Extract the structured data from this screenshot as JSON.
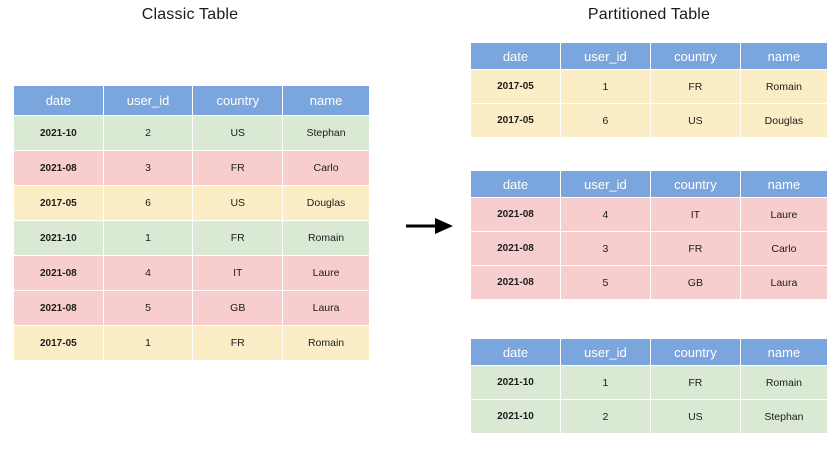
{
  "colors": {
    "header_blue": "#7ba6dd",
    "row_green": "#d9e9d4",
    "row_pink": "#f8cdcd",
    "row_yellow": "#fbeec6",
    "background": "#ffffff",
    "text": "#1c1c1c"
  },
  "titles": {
    "classic": "Classic Table",
    "partitioned": "Partitioned Table"
  },
  "arrow": {
    "icon": "arrow-right-icon",
    "direction": "right"
  },
  "columns": [
    "date",
    "user_id",
    "country",
    "name"
  ],
  "classic_table": {
    "title": "Classic Table",
    "headers": [
      "date",
      "user_id",
      "country",
      "name"
    ],
    "rows": [
      {
        "color": "green",
        "date": "2021-10",
        "user_id": "2",
        "country": "US",
        "name": "Stephan"
      },
      {
        "color": "pink",
        "date": "2021-08",
        "user_id": "3",
        "country": "FR",
        "name": "Carlo"
      },
      {
        "color": "yellow",
        "date": "2017-05",
        "user_id": "6",
        "country": "US",
        "name": "Douglas"
      },
      {
        "color": "green",
        "date": "2021-10",
        "user_id": "1",
        "country": "FR",
        "name": "Romain"
      },
      {
        "color": "pink",
        "date": "2021-08",
        "user_id": "4",
        "country": "IT",
        "name": "Laure"
      },
      {
        "color": "pink",
        "date": "2021-08",
        "user_id": "5",
        "country": "GB",
        "name": "Laura"
      },
      {
        "color": "yellow",
        "date": "2017-05",
        "user_id": "1",
        "country": "FR",
        "name": "Romain"
      }
    ]
  },
  "partitioned_tables": [
    {
      "partition_key": "2017-05",
      "color": "yellow",
      "headers": [
        "date",
        "user_id",
        "country",
        "name"
      ],
      "rows": [
        {
          "date": "2017-05",
          "user_id": "1",
          "country": "FR",
          "name": "Romain"
        },
        {
          "date": "2017-05",
          "user_id": "6",
          "country": "US",
          "name": "Douglas"
        }
      ]
    },
    {
      "partition_key": "2021-08",
      "color": "pink",
      "headers": [
        "date",
        "user_id",
        "country",
        "name"
      ],
      "rows": [
        {
          "date": "2021-08",
          "user_id": "4",
          "country": "IT",
          "name": "Laure"
        },
        {
          "date": "2021-08",
          "user_id": "3",
          "country": "FR",
          "name": "Carlo"
        },
        {
          "date": "2021-08",
          "user_id": "5",
          "country": "GB",
          "name": "Laura"
        }
      ]
    },
    {
      "partition_key": "2021-10",
      "color": "green",
      "headers": [
        "date",
        "user_id",
        "country",
        "name"
      ],
      "rows": [
        {
          "date": "2021-10",
          "user_id": "1",
          "country": "FR",
          "name": "Romain"
        },
        {
          "date": "2021-10",
          "user_id": "2",
          "country": "US",
          "name": "Stephan"
        }
      ]
    }
  ]
}
